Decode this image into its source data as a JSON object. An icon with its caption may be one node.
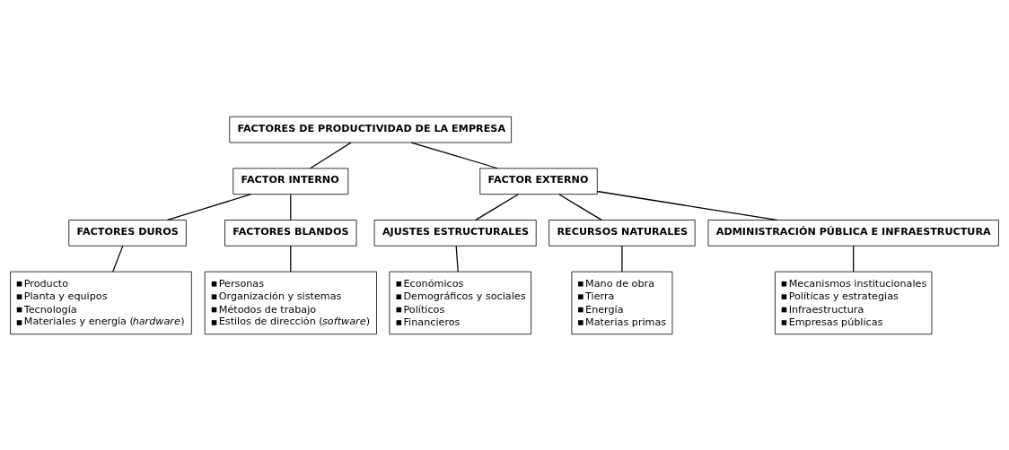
{
  "diagram": {
    "nodes": [
      {
        "text": [
          "FACTORES DE PRODUCTIVIDAD DE LA EMPRESA"
        ]
      },
      {
        "text": [
          "FACTOR INTERNO"
        ]
      },
      {
        "text": [
          "FACTOR EXTERNO"
        ]
      },
      {
        "text": [
          "FACTORES DUROS"
        ]
      },
      {
        "text": [
          "FACTORES BLANDOS"
        ]
      },
      {
        "text": [
          "AJUSTES ESTRUCTURALES"
        ]
      },
      {
        "text": [
          "RECURSOS NATURALES"
        ]
      },
      {
        "text": [
          "ADMINISTRACIÓN PÚBLICA E INFRAESTRUCTURA"
        ]
      },
      {
        "text": [
          "Producto",
          "Planta y equipos",
          "Tecnología",
          "Materiales y energía (*hardware*)"
        ]
      },
      {
        "text": [
          "Personas",
          "Organización y sistemas",
          "Métodos de trabajo",
          "Estilos de dirección (*software*)"
        ]
      },
      {
        "text": [
          "Económicos",
          "Demográficos y sociales",
          "Políticos",
          "Financieros"
        ]
      },
      {
        "text": [
          "Mano de obra",
          "Tierra",
          "Energía",
          "Materias primas"
        ]
      },
      {
        "text": [
          "Mecanismos institucionales",
          "Políticas y estrategias",
          "Infraestructura",
          "Empresas públicas"
        ]
      }
    ],
    "edges": [
      {
        "from": 0,
        "to": 1,
        "arrow": "none"
      },
      {
        "from": 0,
        "to": 2,
        "arrow": "none"
      },
      {
        "from": 1,
        "to": 3,
        "arrow": "none"
      },
      {
        "from": 1,
        "to": 4,
        "arrow": "none"
      },
      {
        "from": 2,
        "to": 5,
        "arrow": "none"
      },
      {
        "from": 2,
        "to": 6,
        "arrow": "none"
      },
      {
        "from": 2,
        "to": 7,
        "arrow": "none"
      },
      {
        "from": 3,
        "to": 8,
        "arrow": "none"
      },
      {
        "from": 4,
        "to": 9,
        "arrow": "none"
      },
      {
        "from": 5,
        "to": 10,
        "arrow": "none"
      },
      {
        "from": 6,
        "to": 11,
        "arrow": "none"
      },
      {
        "from": 7,
        "to": 12,
        "arrow": "none"
      }
    ]
  }
}
